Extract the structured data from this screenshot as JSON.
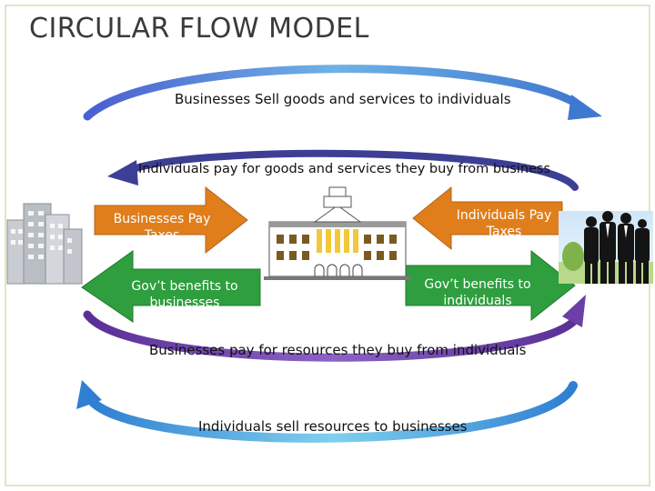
{
  "title": "CIRCULAR FLOW MODEL",
  "flows": {
    "top_outer": "Businesses Sell goods and services to individuals",
    "top_inner": "Individuals pay for goods and services they buy from business",
    "bottom_inner": "Businesses pay for resources they buy from individuals",
    "bottom_outer": "Individuals sell resources to businesses"
  },
  "arrows": {
    "biz_taxes": "Businesses Pay Taxes",
    "ind_taxes": "Individuals Pay Taxes",
    "gov_biz": "Gov’t benefits to businesses",
    "gov_ind": "Gov’t benefits to individuals"
  },
  "colors": {
    "orange": "#E07E1C",
    "green": "#2E9E3E",
    "blue": "#3F8FD8",
    "purple": "#6E3FA8",
    "frame": "#d9e2b0"
  }
}
